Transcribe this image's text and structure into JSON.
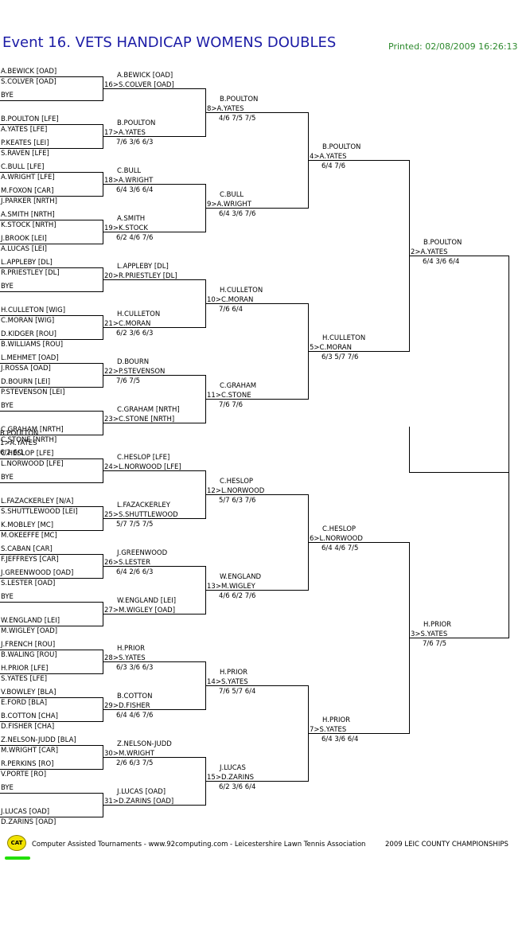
{
  "header": {
    "title": "Event 16. VETS HANDICAP WOMENS DOUBLES",
    "printed": "Printed: 02/08/2009 16:26:13"
  },
  "draw": [
    {
      "a": "A.BEWICK [OAD]",
      "b": "S.COLVER [OAD]"
    },
    {
      "a": "BYE",
      "b": ""
    },
    {
      "a": "B.POULTON [LFE]",
      "b": "A.YATES [LFE]"
    },
    {
      "a": "P.KEATES [LEI]",
      "b": "S.RAVEN [LFE]"
    },
    {
      "a": "C.BULL [LFE]",
      "b": "A.WRIGHT [LFE]"
    },
    {
      "a": "M.FOXON [CAR]",
      "b": "J.PARKER [NRTH]"
    },
    {
      "a": "A.SMITH [NRTH]",
      "b": "K.STOCK [NRTH]"
    },
    {
      "a": "J.BROOK [LEI]",
      "b": "A.LUCAS [LEI]"
    },
    {
      "a": "L.APPLEBY [DL]",
      "b": "R.PRIESTLEY [DL]"
    },
    {
      "a": "BYE",
      "b": ""
    },
    {
      "a": "H.CULLETON [WIG]",
      "b": "C.MORAN [WIG]"
    },
    {
      "a": "D.KIDGER [ROU]",
      "b": "B.WILLIAMS [ROU]"
    },
    {
      "a": "L.MEHMET [OAD]",
      "b": "J.ROSSA [OAD]"
    },
    {
      "a": "D.BOURN [LEI]",
      "b": "P.STEVENSON [LEI]"
    },
    {
      "a": "BYE",
      "b": ""
    },
    {
      "a": "C.GRAHAM [NRTH]",
      "b": "C.STONE [NRTH]"
    },
    {
      "a": "C.HESLOP [LFE]",
      "b": "L.NORWOOD [LFE]"
    },
    {
      "a": "BYE",
      "b": ""
    },
    {
      "a": "L.FAZACKERLEY [N/A]",
      "b": "S.SHUTTLEWOOD [LEI]"
    },
    {
      "a": "K.MOBLEY [MC]",
      "b": "M.OKEEFFE [MC]"
    },
    {
      "a": "S.CABAN [CAR]",
      "b": "F.JEFFREYS [CAR]"
    },
    {
      "a": "J.GREENWOOD [OAD]",
      "b": "S.LESTER [OAD]"
    },
    {
      "a": "BYE",
      "b": ""
    },
    {
      "a": "W.ENGLAND [LEI]",
      "b": "M.WIGLEY [OAD]"
    },
    {
      "a": "J.FRENCH [ROU]",
      "b": "B.WALING [ROU]"
    },
    {
      "a": "H.PRIOR [LFE]",
      "b": "S.YATES [LFE]"
    },
    {
      "a": "V.BOWLEY [BLA]",
      "b": "E.FORD [BLA]"
    },
    {
      "a": "B.COTTON [CHA]",
      "b": "D.FISHER [CHA]"
    },
    {
      "a": "Z.NELSON-JUDD [BLA]",
      "b": "M.WRIGHT [CAR]"
    },
    {
      "a": "R.PERKINS [RO]",
      "b": "V.PORTE [RO]"
    },
    {
      "a": "BYE",
      "b": ""
    },
    {
      "a": "J.LUCAS [OAD]",
      "b": "D.ZARINS [OAD]"
    }
  ],
  "rounds": [
    [
      {
        "a": "A.BEWICK [OAD]",
        "b": "16>S.COLVER [OAD]",
        "score": ""
      },
      {
        "a": "B.POULTON",
        "b": "17>A.YATES",
        "score": "7/6 3/6 6/3"
      },
      {
        "a": "C.BULL",
        "b": "18>A.WRIGHT",
        "score": "6/4 3/6 6/4"
      },
      {
        "a": "A.SMITH",
        "b": "19>K.STOCK",
        "score": "6/2 4/6 7/6"
      },
      {
        "a": "L.APPLEBY [DL]",
        "b": "20>R.PRIESTLEY [DL]",
        "score": ""
      },
      {
        "a": "H.CULLETON",
        "b": "21>C.MORAN",
        "score": "6/2 3/6 6/3"
      },
      {
        "a": "D.BOURN",
        "b": "22>P.STEVENSON",
        "score": "7/6 7/5"
      },
      {
        "a": "C.GRAHAM [NRTH]",
        "b": "23>C.STONE [NRTH]",
        "score": ""
      },
      {
        "a": "C.HESLOP [LFE]",
        "b": "24>L.NORWOOD [LFE]",
        "score": ""
      },
      {
        "a": "L.FAZACKERLEY",
        "b": "25>S.SHUTTLEWOOD",
        "score": "5/7 7/5 7/5"
      },
      {
        "a": "J.GREENWOOD",
        "b": "26>S.LESTER",
        "score": "6/4 2/6 6/3"
      },
      {
        "a": "W.ENGLAND [LEI]",
        "b": "27>M.WIGLEY [OAD]",
        "score": ""
      },
      {
        "a": "H.PRIOR",
        "b": "28>S.YATES",
        "score": "6/3 3/6 6/3"
      },
      {
        "a": "B.COTTON",
        "b": "29>D.FISHER",
        "score": "6/4 4/6 7/6"
      },
      {
        "a": "Z.NELSON-JUDD",
        "b": "30>M.WRIGHT",
        "score": "2/6 6/3 7/5"
      },
      {
        "a": "J.LUCAS [OAD]",
        "b": "31>D.ZARINS [OAD]",
        "score": ""
      }
    ],
    [
      {
        "a": "B.POULTON",
        "b": "8>A.YATES",
        "score": "4/6 7/5 7/5"
      },
      {
        "a": "C.BULL",
        "b": "9>A.WRIGHT",
        "score": "6/4 3/6 7/6"
      },
      {
        "a": "H.CULLETON",
        "b": "10>C.MORAN",
        "score": "7/6 6/4"
      },
      {
        "a": "C.GRAHAM",
        "b": "11>C.STONE",
        "score": "7/6 7/6"
      },
      {
        "a": "C.HESLOP",
        "b": "12>L.NORWOOD",
        "score": "5/7 6/3 7/6"
      },
      {
        "a": "W.ENGLAND",
        "b": "13>M.WIGLEY",
        "score": "4/6 6/2 7/6"
      },
      {
        "a": "H.PRIOR",
        "b": "14>S.YATES",
        "score": "7/6 5/7 6/4"
      },
      {
        "a": "J.LUCAS",
        "b": "15>D.ZARINS",
        "score": "6/2 3/6 6/4"
      }
    ],
    [
      {
        "a": "B.POULTON",
        "b": "4>A.YATES",
        "score": "6/4 7/6"
      },
      {
        "a": "H.CULLETON",
        "b": "5>C.MORAN",
        "score": "6/3 5/7 7/6"
      },
      {
        "a": "C.HESLOP",
        "b": "6>L.NORWOOD",
        "score": "6/4 4/6 7/5"
      },
      {
        "a": "H.PRIOR",
        "b": "7>S.YATES",
        "score": "6/4 3/6 6/4"
      }
    ],
    [
      {
        "a": "B.POULTON",
        "b": "2>A.YATES",
        "score": "6/4 3/6 6/4"
      },
      {
        "a": "H.PRIOR",
        "b": "3>S.YATES",
        "score": "7/6 7/5"
      }
    ],
    [
      {
        "a": "B.POULTON",
        "b": "1>A.YATES",
        "score": "6/2 6/1"
      }
    ]
  ],
  "footer": {
    "logo_text": "CAT",
    "credit": "Computer Assisted Tournaments - www.92computing.com -  Leicestershire Lawn Tennis Association",
    "championship": "2009 LEIC COUNTY CHAMPIONSHIPS"
  },
  "colors": {
    "title": "#1c1ca6",
    "printed": "#2d8a2d",
    "logo": "#f1e200",
    "logo_underline": "#22e000"
  }
}
